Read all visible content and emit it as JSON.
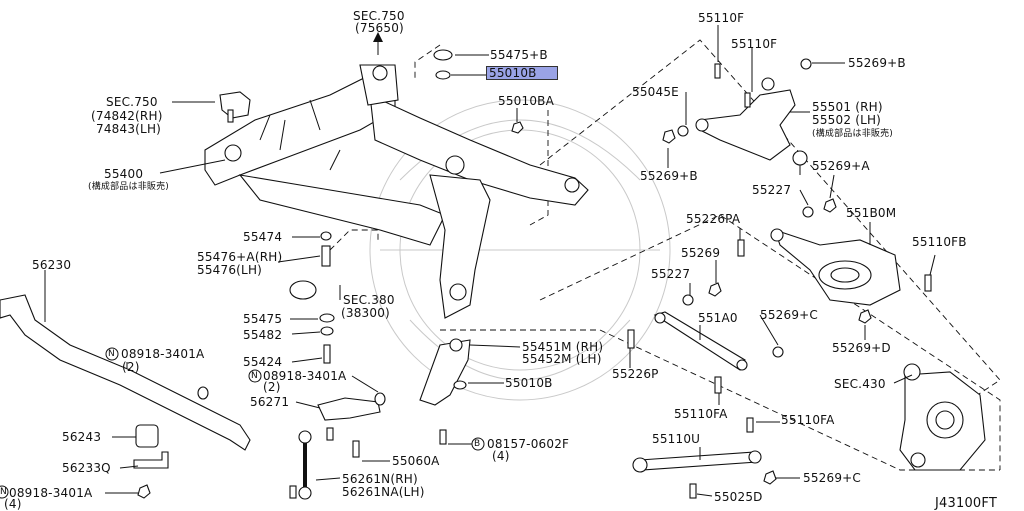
{
  "diagram_code": "J43100FT",
  "labels": {
    "sec750_top": "SEC.750",
    "sec750_top_sub": "(75650)",
    "p55475b": "55475+B",
    "p55010b_top": "55010B",
    "p55010ba": "55010BA",
    "sec750_left": "SEC.750",
    "p74842": "(74842(RH)",
    "p74843": "74843(LH)",
    "p55400": "55400",
    "p55400_note": "(構成部品は非販売)",
    "p55110f_a": "55110F",
    "p55110f_b": "55110F",
    "p55045e": "55045E",
    "p55269b_r": "55269+B",
    "p55501": "55501 (RH)",
    "p55502": "55502 (LH)",
    "p55501_note": "(構成部品は非販売)",
    "p55269b_l": "55269+B",
    "p55227_a": "55227",
    "p55269a": "55269+A",
    "p55226pa": "55226PA",
    "p551b0m": "551B0M",
    "p55110fb": "55110FB",
    "p55269": "55269",
    "p55227_b": "55227",
    "p551a0": "551A0",
    "p55269c_a": "55269+C",
    "p55226p": "55226P",
    "p55269d": "55269+D",
    "sec430": "SEC.430",
    "p55110fa_a": "55110FA",
    "p55110fa_b": "55110FA",
    "p55110u": "55110U",
    "p55269c_b": "55269+C",
    "p55025d": "55025D",
    "p55474": "55474",
    "p55476a": "55476+A(RH)",
    "p55476": "55476(LH)",
    "sec380": "SEC.380",
    "sec380_sub": "(38300)",
    "p55475": "55475",
    "p55482": "55482",
    "p55424": "55424",
    "n08918_mid": "08918-3401A",
    "n08918_mid_qty": "(2)",
    "p56271": "56271",
    "p55451m": "55451M (RH)",
    "p55452m": "55452M (LH)",
    "p55010b_bot": "55010B",
    "b08157": "08157-0602F",
    "b08157_qty": "(4)",
    "p55060a": "55060A",
    "p56230": "56230",
    "n08918_top": "08918-3401A",
    "n08918_top_qty": "(2)",
    "p56243": "56243",
    "p56233q": "56233Q",
    "n08918_bot": "08918-3401A",
    "n08918_bot_qty": "(4)",
    "p56261n": "56261N(RH)",
    "p56261na": "56261NA(LH)"
  },
  "markers": {
    "n": "N",
    "b": "B"
  },
  "highlight_color": "#9aa3e6"
}
